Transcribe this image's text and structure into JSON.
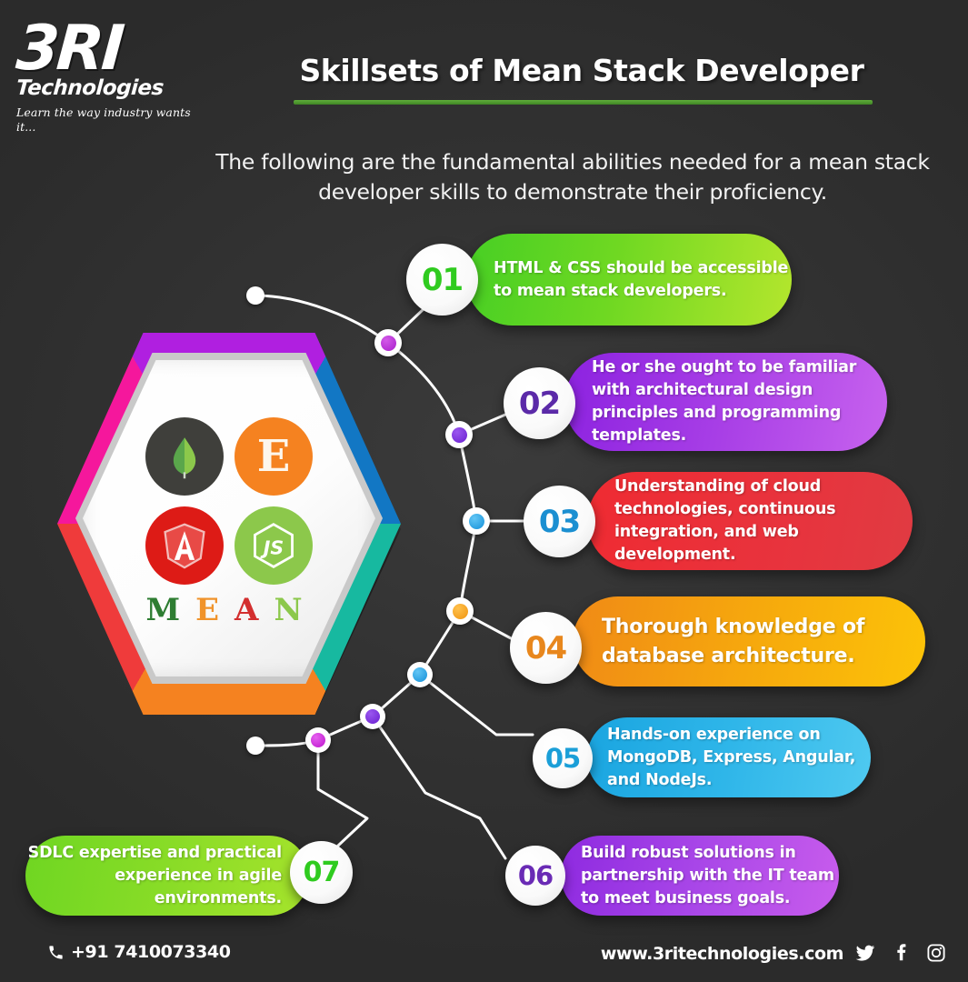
{
  "brand": {
    "logo_main": "3RI",
    "logo_sub": "Technologies",
    "tagline": "Learn the way industry wants it...",
    "accent_green": "#4c9a2a"
  },
  "header": {
    "title": "Skillsets of Mean Stack Developer",
    "subtitle": "The following are the fundamental abilities needed for a mean stack developer skills to demonstrate their proficiency."
  },
  "hexagon": {
    "word": "MEAN",
    "letters": [
      {
        "char": "M",
        "color": "#2e7d32"
      },
      {
        "char": "E",
        "color": "#f0932b"
      },
      {
        "char": "A",
        "color": "#d32f2f"
      },
      {
        "char": "N",
        "color": "#8cc84b"
      }
    ],
    "badges": [
      {
        "name": "mongodb-logo",
        "label": "MongoDB",
        "bg": "#3f3f3b"
      },
      {
        "name": "express-logo",
        "label": "E",
        "bg": "#f58220"
      },
      {
        "name": "angular-logo",
        "label": "Angular",
        "bg": "#dd1b16"
      },
      {
        "name": "nodejs-logo",
        "label": "NodeJs",
        "bg": "#8cc84b"
      }
    ],
    "border_colors": {
      "top_left": "#ef3b3b",
      "top_right": "#f5179c",
      "right": "#b01fe0",
      "bottom_right": "#1277c4",
      "bottom_left": "#17b9a0",
      "left": "#f58220"
    }
  },
  "skills": [
    {
      "number": "01",
      "text": "HTML & CSS should be accessible to mean stack developers.",
      "number_color": "#2fcb1f",
      "color_from": "#47cf24",
      "color_to": "#b4e62d",
      "align": "left"
    },
    {
      "number": "02",
      "text": "He or she ought to be familiar with architectural design principles and programming templates.",
      "number_color": "#5b2aa8",
      "color_from": "#8c22e0",
      "color_to": "#c762ee",
      "align": "left"
    },
    {
      "number": "03",
      "text": "Understanding of cloud technologies, continuous integration, and web development.",
      "number_color": "#1b8fd1",
      "color_from": "#ef2b32",
      "color_to": "#e8333d",
      "align": "left"
    },
    {
      "number": "04",
      "text": "Thorough knowledge of database architecture.",
      "number_color": "#e8871d",
      "color_from": "#f08a16",
      "color_to": "#fcc308",
      "align": "left"
    },
    {
      "number": "05",
      "text": "Hands-on experience on MongoDB, Express, Angular, and NodeJs.",
      "number_color": "#1b9fd8",
      "color_from": "#1aa5e0",
      "color_to": "#4fc9f0",
      "align": "left"
    },
    {
      "number": "06",
      "text": "Build robust solutions in partnership with the IT team to meet business goals.",
      "number_color": "#6a2bb5",
      "color_from": "#8e2ae0",
      "color_to": "#c85cec",
      "align": "left"
    },
    {
      "number": "07",
      "text": "SDLC expertise and practical experience in agile environments.",
      "number_color": "#2fcb1f",
      "color_from": "#6fd622",
      "color_to": "#a6e32c",
      "align": "right"
    }
  ],
  "nodes": [
    {
      "name": "node-terminal-top",
      "color": "#ffffff"
    },
    {
      "name": "node-01",
      "color": "#b52bd6"
    },
    {
      "name": "node-02",
      "color": "#7b2ee0"
    },
    {
      "name": "node-03",
      "color": "#22a7ea"
    },
    {
      "name": "node-04",
      "color": "#f0a020"
    },
    {
      "name": "node-05",
      "color": "#22a7ea"
    },
    {
      "name": "node-06",
      "color": "#7b2ee0"
    },
    {
      "name": "node-07",
      "color": "#c926d6"
    },
    {
      "name": "node-terminal-bottom",
      "color": "#ffffff"
    }
  ],
  "footer": {
    "phone": "+91 7410073340",
    "website": "www.3ritechnologies.com",
    "socials": [
      "twitter-icon",
      "facebook-icon",
      "instagram-icon"
    ]
  }
}
